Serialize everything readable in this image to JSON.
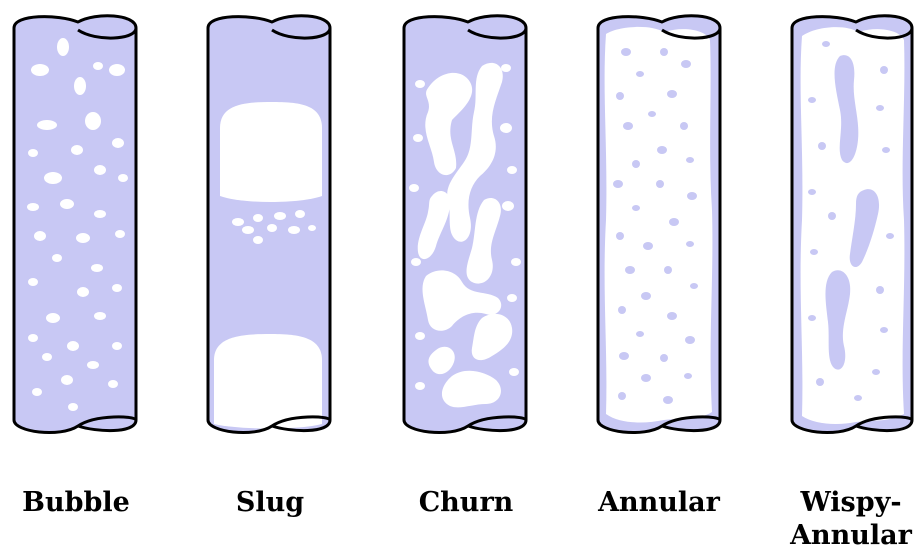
{
  "colors": {
    "liquid": "#c8c8f4",
    "gas": "#ffffff",
    "outline": "#000000",
    "text": "#000000"
  },
  "regimes": [
    {
      "id": "bubble",
      "label": "Bubble"
    },
    {
      "id": "slug",
      "label": "Slug"
    },
    {
      "id": "churn",
      "label": "Churn"
    },
    {
      "id": "annular",
      "label": "Annular"
    },
    {
      "id": "wispy-annular",
      "label_line1": "Wispy-",
      "label_line2": "Annular"
    }
  ]
}
